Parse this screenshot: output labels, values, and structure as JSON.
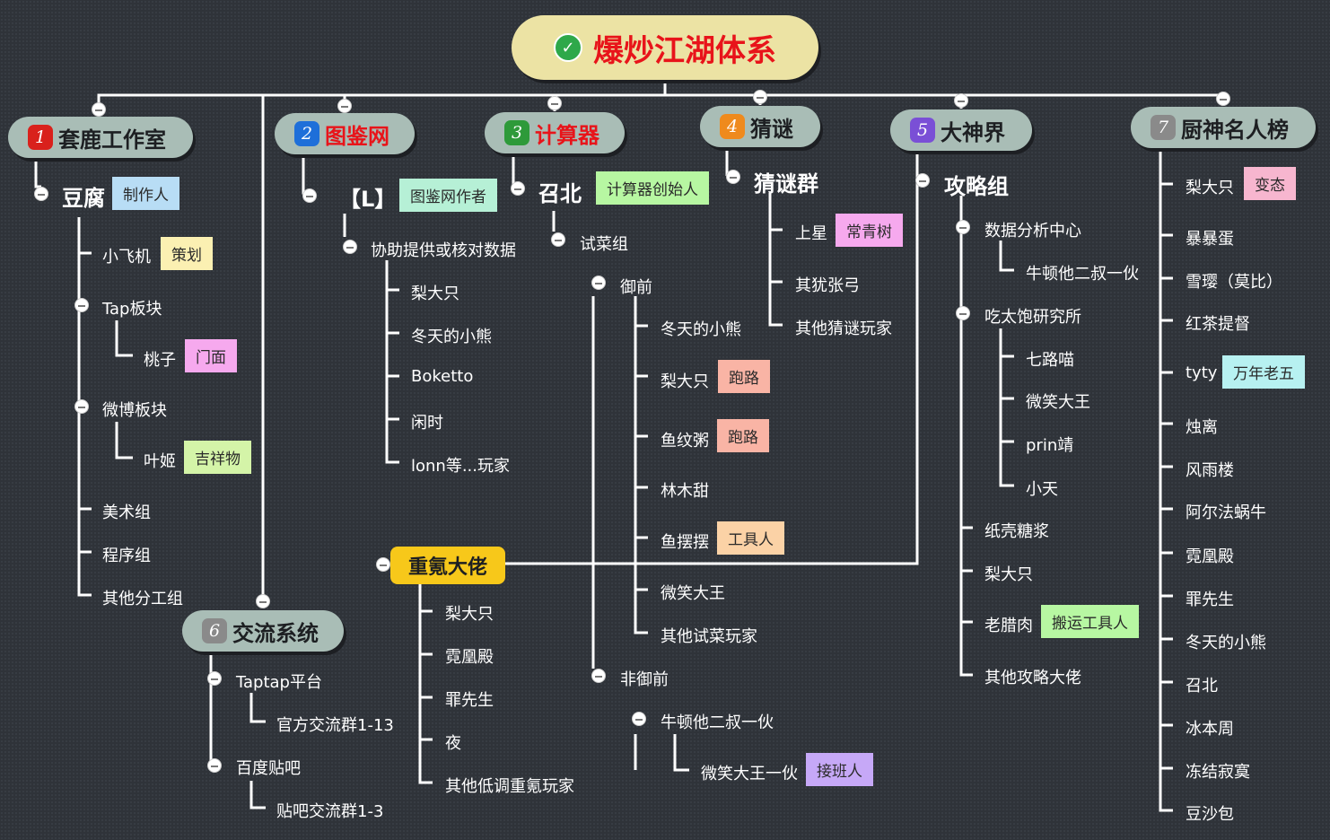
{
  "root": {
    "title": "爆炒江湖体系",
    "icon": "check-circle-icon"
  },
  "branches": [
    {
      "num": "1",
      "label": "套鹿工作室"
    },
    {
      "num": "2",
      "label": "图鉴网"
    },
    {
      "num": "3",
      "label": "计算器"
    },
    {
      "num": "4",
      "label": "猜谜"
    },
    {
      "num": "5",
      "label": "大神界"
    },
    {
      "num": "6",
      "label": "交流系统"
    },
    {
      "num": "7",
      "label": "厨神名人榜"
    }
  ],
  "taolu": {
    "head": "豆腐",
    "head_tag": "制作人",
    "items": [
      "小飞机",
      "Tap板块",
      "桃子",
      "微博板块",
      "叶姬",
      "美术组",
      "程序组",
      "其他分工组"
    ],
    "tags": [
      "策划",
      "门面",
      "吉祥物"
    ]
  },
  "tujian": {
    "head": "【L】",
    "head_tag": "图鉴网作者",
    "sub": "协助提供或核对数据",
    "items": [
      "梨大只",
      "冬天的小熊",
      "Boketto",
      "闲时",
      "lonn等...玩家"
    ]
  },
  "calc": {
    "head": "召北",
    "head_tag": "计算器创始人",
    "group": "试菜组",
    "yuqian": "御前",
    "yuqian_items": [
      "冬天的小熊",
      "梨大只",
      "鱼纹粥",
      "林木甜",
      "鱼摆摆",
      "微笑大王",
      "其他试菜玩家"
    ],
    "yuqian_tags": [
      "跑路",
      "跑路",
      "工具人"
    ],
    "fei": "非御前",
    "fei_sub": "牛顿他二叔一伙",
    "fei_leaf": "微笑大王一伙",
    "fei_tag": "接班人"
  },
  "riddle": {
    "head": "猜谜群",
    "items": [
      "上星",
      "其犹张弓",
      "其他猜谜玩家"
    ],
    "tag": "常青树"
  },
  "heavy": {
    "head": "重氪大佬",
    "items": [
      "梨大只",
      "霓凰殿",
      "罪先生",
      "夜",
      "其他低调重氪玩家"
    ]
  },
  "master": {
    "head": "攻略组",
    "data_center": "数据分析中心",
    "data_center_leaf": "牛顿他二叔一伙",
    "lab": "吃太饱研究所",
    "lab_items": [
      "七路喵",
      "微笑大王",
      "prin靖",
      "小天"
    ],
    "items": [
      "纸壳糖浆",
      "梨大只",
      "老腊肉",
      "其他攻略大佬"
    ],
    "tag": "搬运工具人"
  },
  "exchange": {
    "taptap": "Taptap平台",
    "taptap_leaf": "官方交流群1-13",
    "baidu": "百度贴吧",
    "baidu_leaf": "贴吧交流群1-3"
  },
  "fame": {
    "items": [
      "梨大只",
      "暴暴蛋",
      "雪璎（莫比）",
      "红茶提督",
      "tyty",
      "烛离",
      "风雨楼",
      "阿尔法蜗牛",
      "霓凰殿",
      "罪先生",
      "冬天的小熊",
      "召北",
      "冰本周",
      "冻结寂寞",
      "豆沙包"
    ],
    "tags": [
      "变态",
      "万年老五"
    ]
  },
  "colors": {
    "background": "#2f3339",
    "root_fill": "#ece3a4",
    "root_text": "#e8141a",
    "branch_fill": "#a9bdb6",
    "line": "#ffffff",
    "highlight": "#f7c81a"
  }
}
